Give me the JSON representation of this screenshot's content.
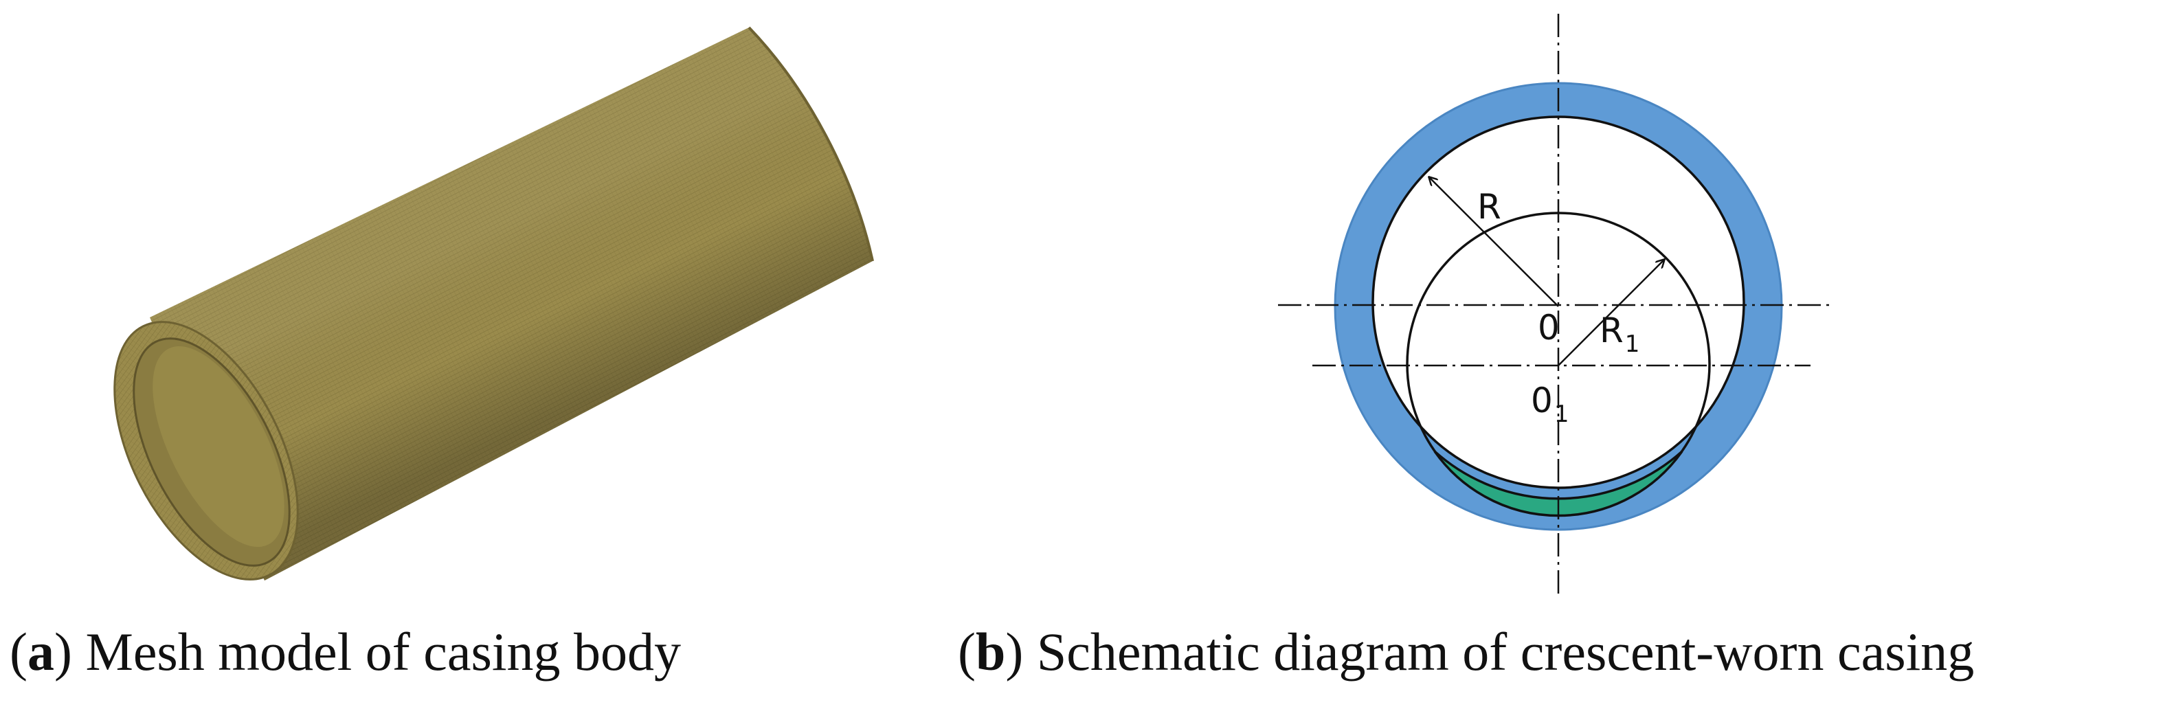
{
  "colors": {
    "pipe_body": "#9a8b4c",
    "pipe_dark": "#6e6232",
    "pipe_light": "#b4a561",
    "casing_wall": "#5f9bd6",
    "worn_crescent": "#2aa882",
    "outline": "#111111",
    "background": "#ffffff"
  },
  "panel_a": {
    "caption": {
      "open": "(",
      "letter": "a",
      "text": ") Mesh model of casing body"
    },
    "image": "mesh-pipe"
  },
  "panel_b": {
    "caption": {
      "open": "(",
      "letter": "b",
      "text": ") Schematic diagram of crescent-worn casing"
    },
    "labels": {
      "outer_radius": "R",
      "inner_radius": "R",
      "inner_radius_sub": "1",
      "center": "0",
      "center_offset": "0",
      "center_offset_sub": "1"
    }
  }
}
